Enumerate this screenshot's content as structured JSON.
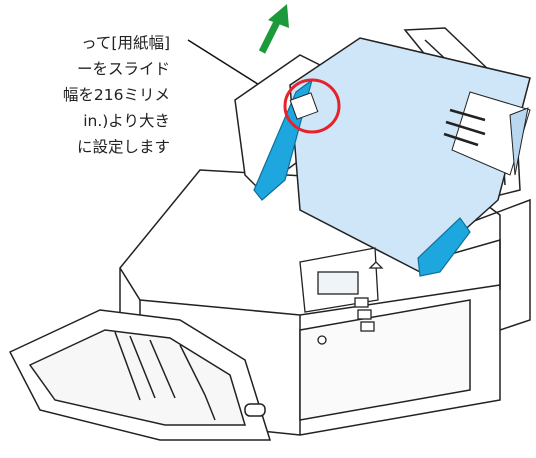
{
  "caption": {
    "line1": "って[用紙幅]",
    "line2": "ーをスライド",
    "line3": "幅を216ミリメ",
    "line4": "in.)より大き",
    "line5": "に設定します"
  },
  "colors": {
    "paper": "#cfe6f8",
    "guide": "#1ea7df",
    "arrow": "#1a9a3a",
    "highlight": "#e6232a"
  }
}
